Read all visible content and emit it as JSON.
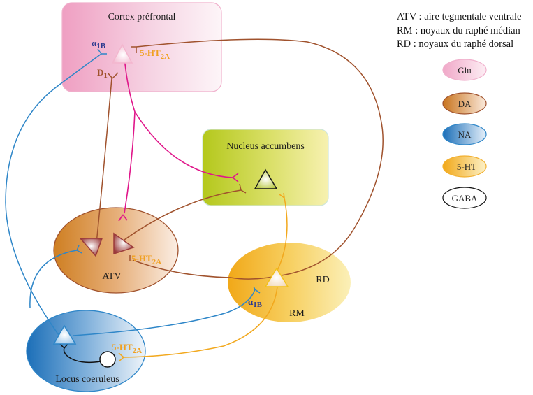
{
  "title": "Neurotransmitter pathways between cortex préfrontal, ATV, nucleus accumbens, raphé and locus coeruleus",
  "colors": {
    "glu": "#e0408f",
    "da": "#a0522d",
    "na": "#2e86c8",
    "ht": "#f2a81d",
    "gaba": "#111111",
    "receptor_blue": "#2a3a8f",
    "receptor_orange": "#f0a020",
    "receptor_brown": "#a0522d"
  },
  "regions": {
    "cortex": {
      "label": "Cortex préfrontal"
    },
    "nac": {
      "label": "Nucleus accumbens"
    },
    "atv": {
      "label": "ATV"
    },
    "raphe": {
      "label_rd": "RD",
      "label_rm": "RM"
    },
    "lc": {
      "label": "Locus coeruleus"
    }
  },
  "receptors": {
    "alpha1b": {
      "main": "α",
      "sub": "1B"
    },
    "ht2a": {
      "main": "5-HT",
      "sub": "2A"
    },
    "d1": {
      "main": "D",
      "sub": "1"
    }
  },
  "abbreviations": [
    "ATV : aire tegmentale ventrale",
    "RM : noyaux du raphé médian",
    "RD : noyaux du raphé dorsal"
  ],
  "legend": [
    {
      "label": "Glu"
    },
    {
      "label": "DA"
    },
    {
      "label": "NA"
    },
    {
      "label": "5-HT"
    },
    {
      "label": "GABA"
    }
  ]
}
